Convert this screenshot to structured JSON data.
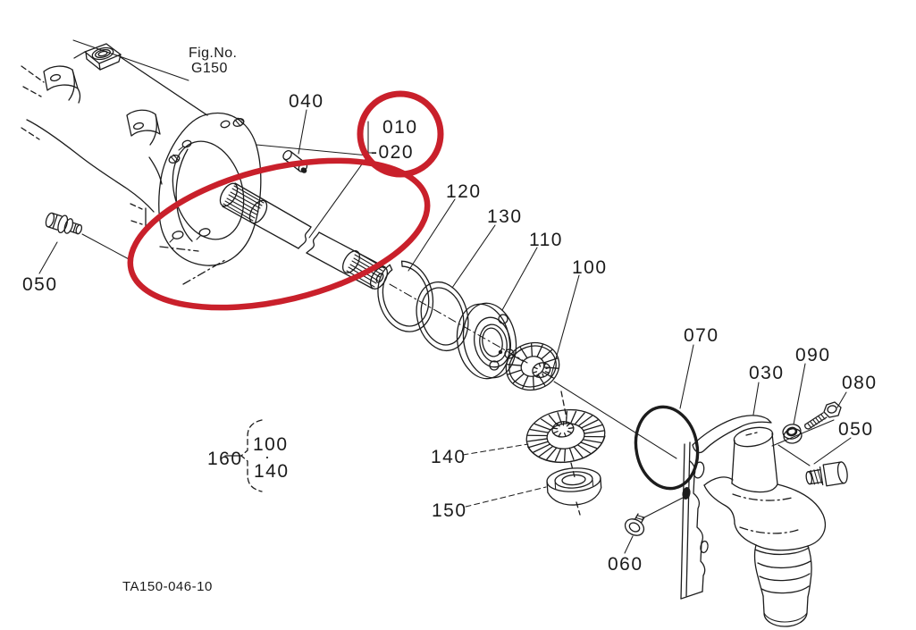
{
  "figure": {
    "fig_no_line1": "Fig.No.",
    "fig_no_line2": "G150",
    "drawing_code": "TA150-046-10"
  },
  "colors": {
    "highlight_red": "#c9202b",
    "line_color": "#1c1c1c"
  },
  "part_labels": {
    "p040": "040",
    "p010": "010",
    "p020": "-020",
    "p050_left": "050",
    "p120": "120",
    "p130": "130",
    "p110": "110",
    "p100": "100",
    "p070": "070",
    "p030": "030",
    "p090": "090",
    "p080": "080",
    "p050_right": "050",
    "p140": "140",
    "p150": "150",
    "p060": "060",
    "p160": "160",
    "group_first": "100",
    "group_separator": "·",
    "group_last": "140"
  }
}
